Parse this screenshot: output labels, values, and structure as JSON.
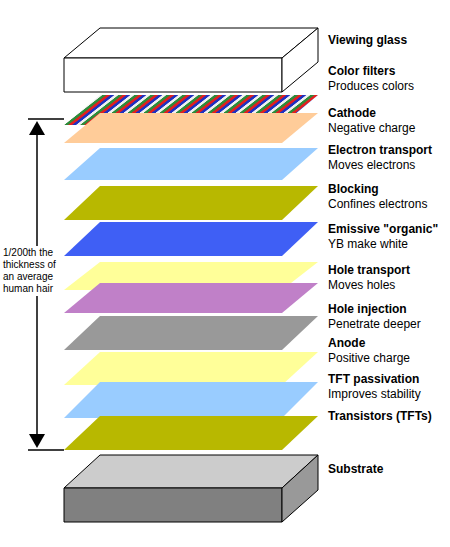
{
  "diagram": {
    "labels": [
      "Viewing glass",
      "Color filters",
      "Produces colors",
      "Cathode",
      "Negative charge",
      "Electron transport",
      "Moves electrons",
      "Blocking",
      "Confines electrons",
      "Emissive \"organic\"",
      "YB make white",
      "Hole transport",
      "Moves holes",
      "Hole injection",
      "Penetrate deeper",
      "Anode",
      "Positive charge",
      "TFT passivation",
      "Improves stability",
      "Transistors (TFTs)",
      "1/200th the thickness of an average human hair",
      "Substrate"
    ]
  }
}
